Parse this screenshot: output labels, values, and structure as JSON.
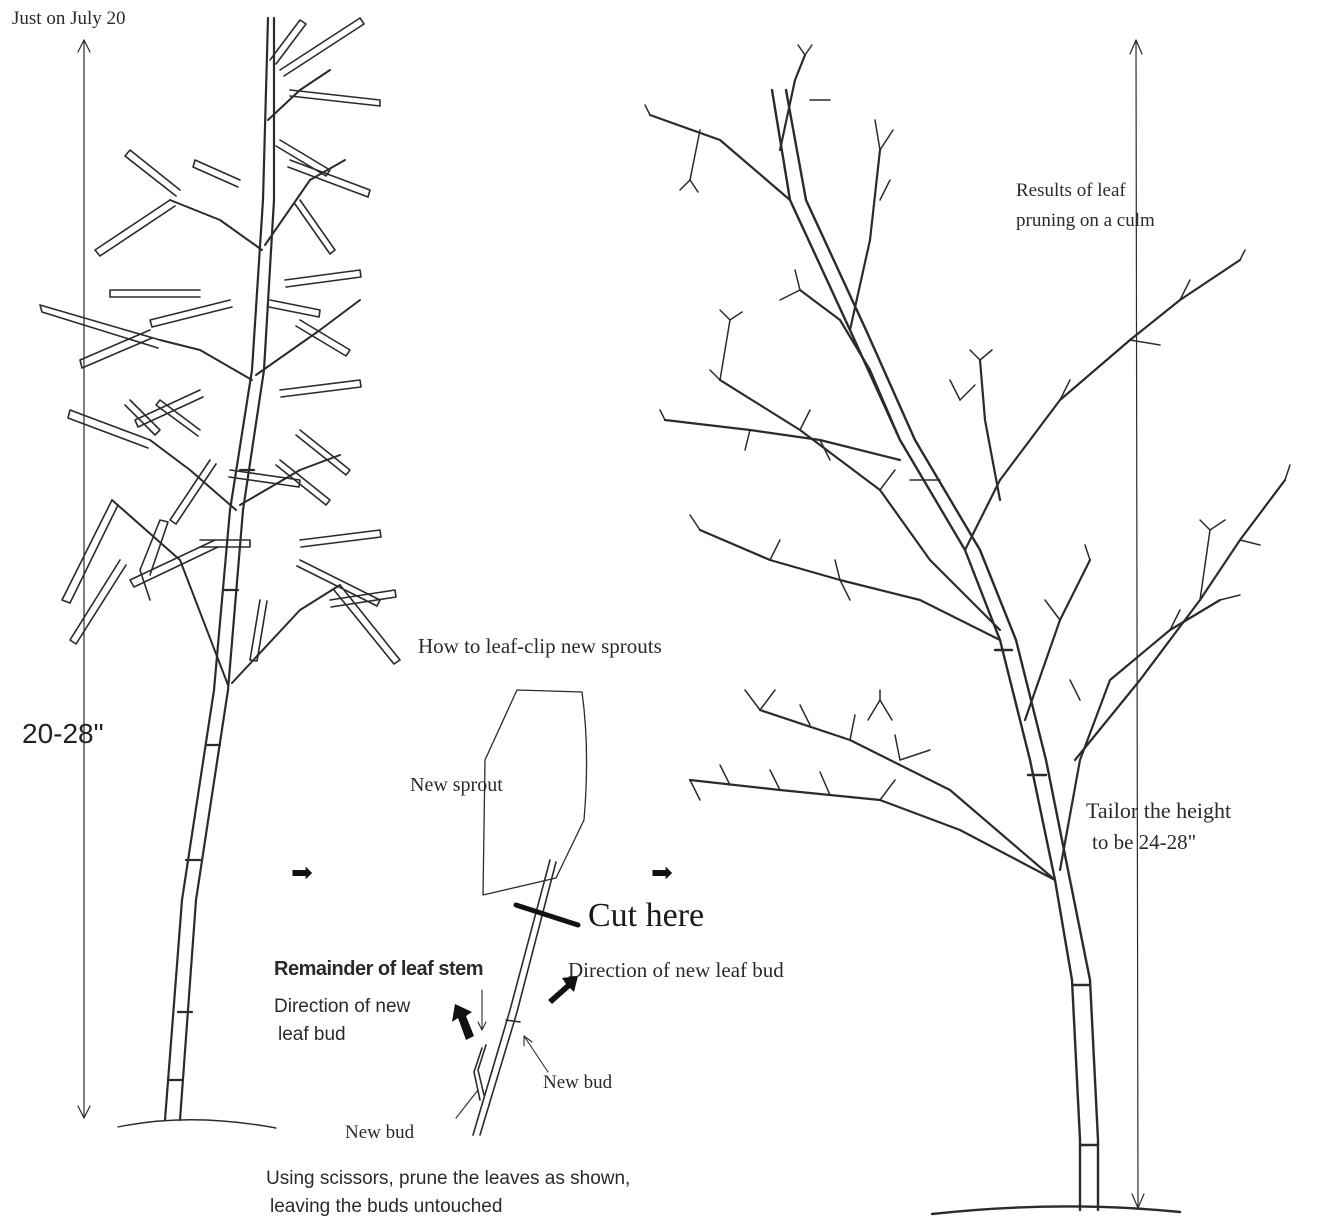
{
  "labels": {
    "date": "Just on July 20",
    "height_left": "20-28\"",
    "how_to": "How to leaf-clip new sprouts",
    "new_sprout": "New sprout",
    "cut_here": "Cut here",
    "remainder": "Remainder of leaf stem",
    "direction_left": [
      "Direction of new",
      "leaf bud"
    ],
    "direction_right": "Direction of new leaf bud",
    "new_bud_right": "New bud",
    "new_bud_left": "New bud",
    "using_scissors": [
      "Using scissors, prune the leaves as shown,",
      "leaving the buds untouched"
    ],
    "results": [
      "Results of leaf",
      "pruning  on a culm"
    ],
    "tailor": [
      "Tailor the height",
      "to be 24-28\""
    ]
  },
  "arrows": {
    "step": "➡"
  }
}
